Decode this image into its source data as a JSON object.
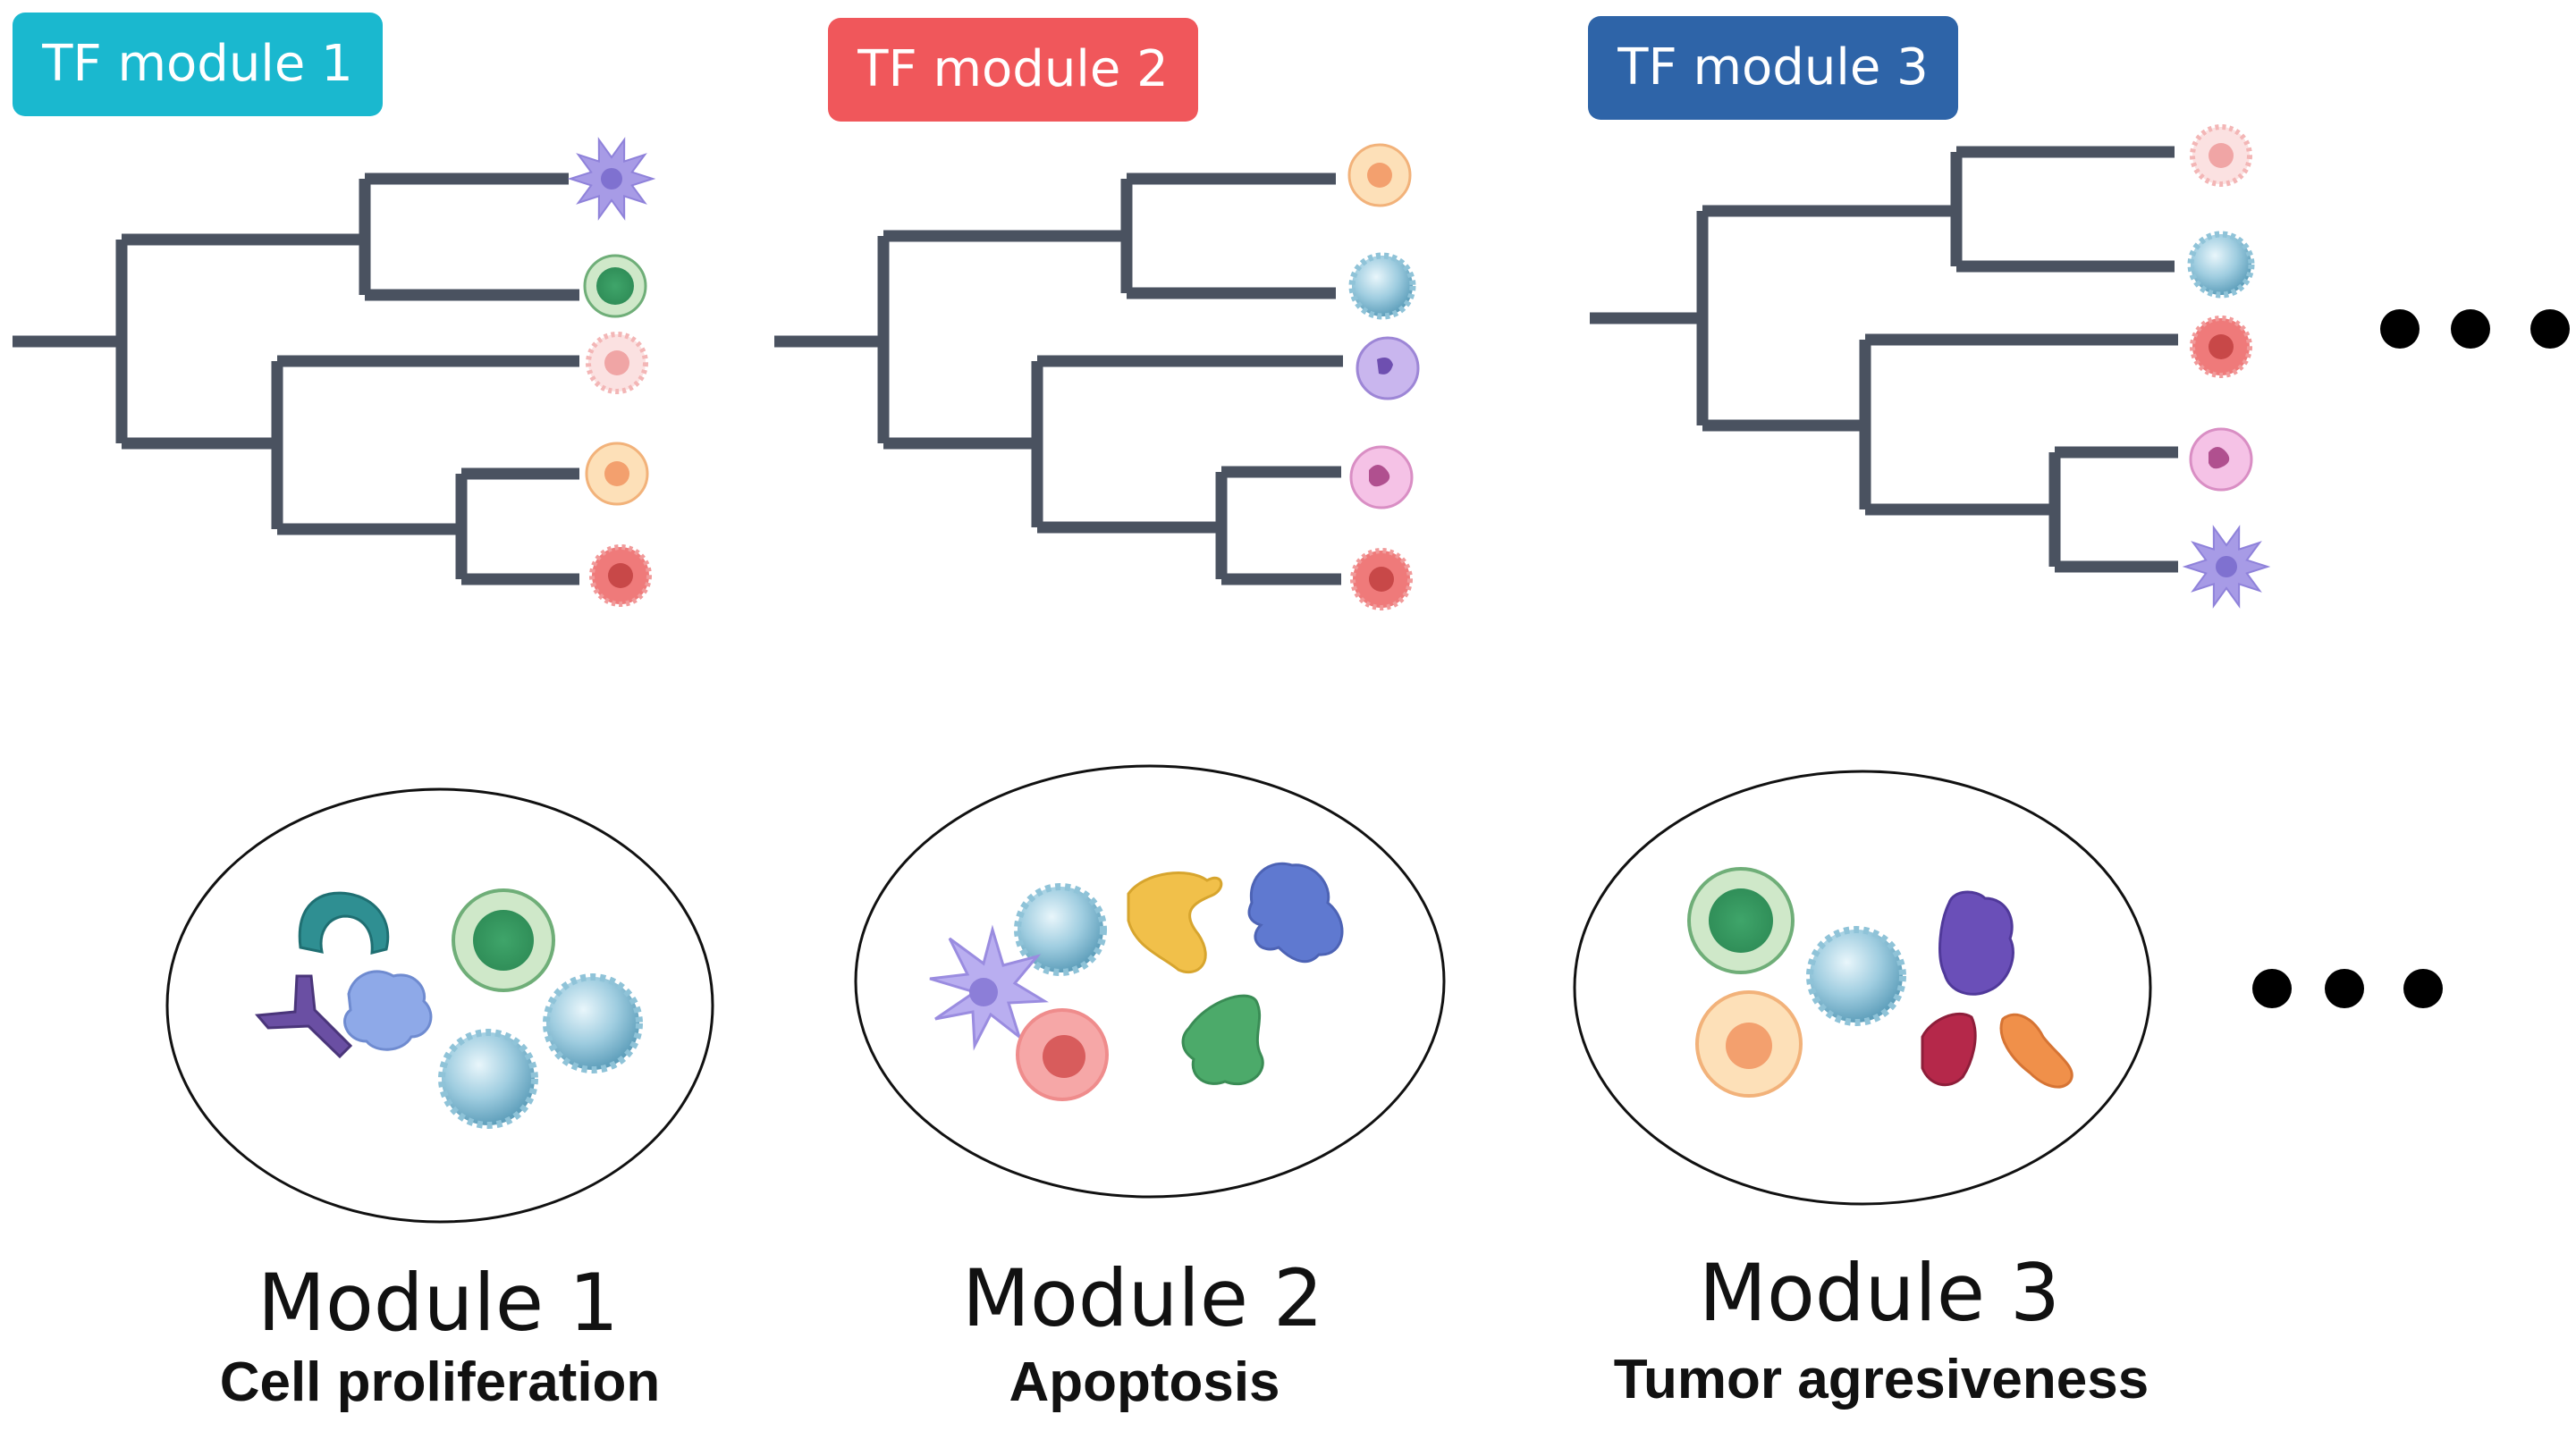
{
  "tags": [
    "TF module 1",
    "TF module 2",
    "TF module 3"
  ],
  "modules": [
    {
      "title": "Module 1",
      "subtitle": "Cell proliferation"
    },
    {
      "title": "Module 2",
      "subtitle": "Apoptosis"
    },
    {
      "title": "Module 3",
      "subtitle": "Tumor agresiveness"
    }
  ],
  "colors": {
    "tag1": "#1ab8cf",
    "tag2": "#f0575b",
    "tag3": "#2e64a8",
    "tree_branch": "#4a5260",
    "dendritic": "#a79be6",
    "green_cell": "#6fbf7f",
    "pink_cell": "#f3b6b6",
    "orange_cell": "#f6c58c",
    "red_cell": "#ef7a7a",
    "blue_cell": "#8fc3d8",
    "neutrophil": "#e8a2d6",
    "eosinophil": "#a98bd8"
  },
  "tree_leaves": [
    [
      "dendritic",
      "green_cell",
      "pink_cell",
      "orange_cell",
      "red_cell"
    ],
    [
      "orange_cell",
      "blue_cell",
      "eosinophil",
      "neutrophil",
      "red_cell"
    ],
    [
      "pink_cell",
      "blue_cell",
      "red_cell",
      "neutrophil",
      "dendritic"
    ]
  ]
}
